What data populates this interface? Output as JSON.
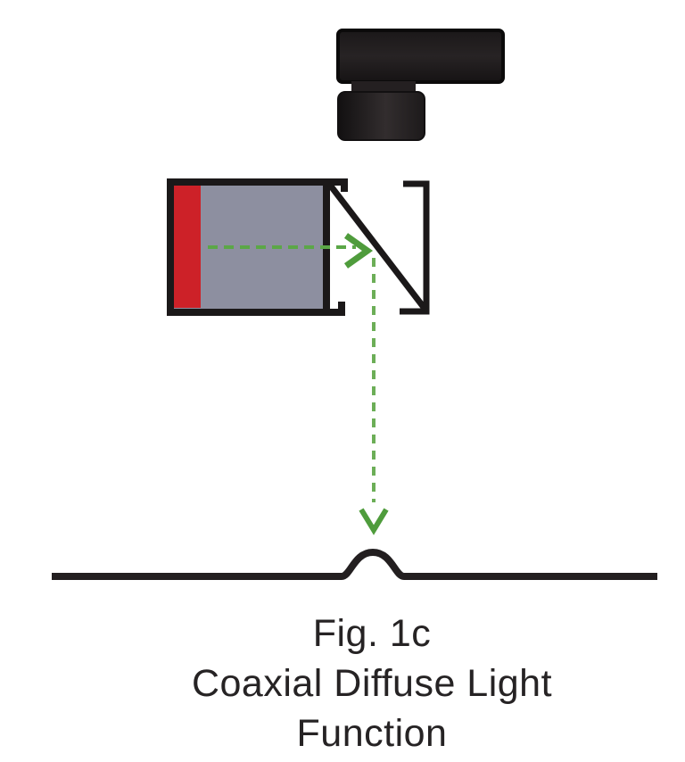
{
  "caption": {
    "line1": "Fig. 1c",
    "line2": "Coaxial Diffuse Light",
    "line3": "Function"
  },
  "diagram": {
    "type": "technical-illustration",
    "subject": "coaxial diffuse light machine-vision setup",
    "elements": [
      "camera-icon",
      "camera-lens-icon",
      "light-housing-box",
      "red-light-source-strip",
      "gray-diffuser-panel",
      "beam-splitter-bracket",
      "beam-splitter-mirror-diagonal",
      "horizontal-beam-dashed-arrow",
      "vertical-beam-dashed-arrow",
      "inspection-surface-line",
      "surface-bump-feature"
    ]
  },
  "colors": {
    "line_black": "#231f20",
    "camera_black": "#201d1e",
    "light_source_red": "#cd2128",
    "diffuser_gray": "#8d8fa0",
    "beam_green": "#5ba747",
    "caption_text": "#262324",
    "background": "#ffffff"
  }
}
